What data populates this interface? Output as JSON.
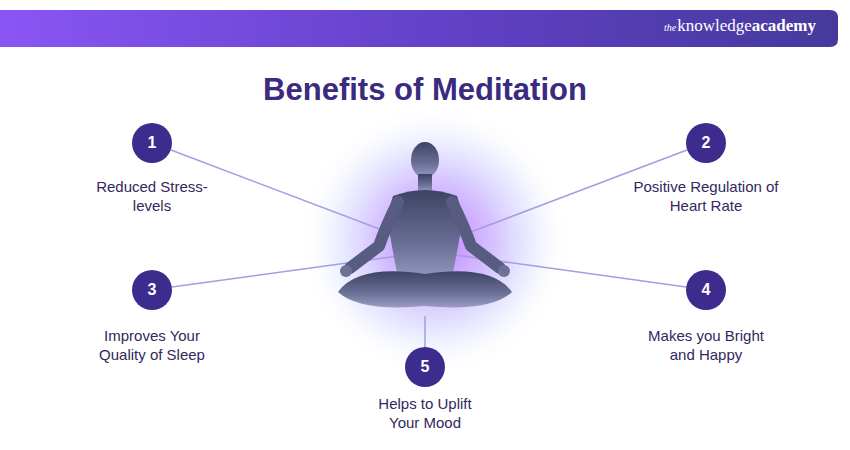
{
  "diagram": {
    "title": "Benefits of Meditation",
    "nodes": [
      {
        "text": [
          "1",
          "Reduced Stress-levels"
        ]
      },
      {
        "text": [
          "2",
          "Positive Regulation of Heart Rate"
        ]
      },
      {
        "text": [
          "3",
          "Improves Your Quality of Sleep"
        ]
      },
      {
        "text": [
          "4",
          "Makes you Bright and Happy"
        ]
      },
      {
        "text": [
          "5",
          "Helps to Uplift Your Mood"
        ]
      }
    ],
    "labels": [
      "the",
      "knowledge",
      "academy"
    ]
  }
}
